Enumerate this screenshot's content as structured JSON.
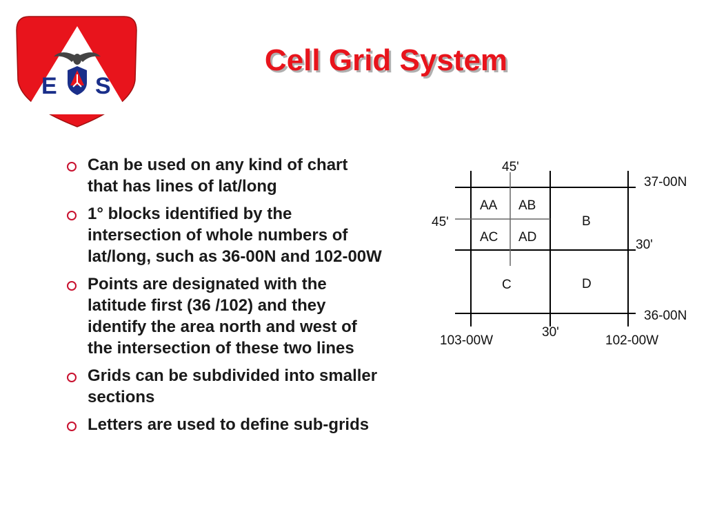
{
  "logo": {
    "letters": [
      "E",
      "S"
    ],
    "shield_red": "#e8141c",
    "triangle_white": "#ffffff",
    "letter_blue": "#1a2f8a",
    "icon": "eagle-cap-emblem"
  },
  "title": "Cell Grid System",
  "bullets": [
    {
      "text": "Can be used on any kind of chart that has lines of lat/long"
    },
    {
      "text": "1° blocks identified by the intersection of whole numbers of lat/long, such as 36-00N and 102-00W"
    },
    {
      "text": "Points are designated with the latitude first (36 /102) and they identify the area north and west of the intersection of these two lines"
    },
    {
      "text": "Grids can be subdivided into smaller sections"
    },
    {
      "text": "Letters are used to define sub-grids"
    }
  ],
  "bullet_icon": "hollow-circle-bullet",
  "diagram": {
    "cells": {
      "aa": "AA",
      "ab": "AB",
      "ac": "AC",
      "ad": "AD",
      "b": "B",
      "c": "C",
      "d": "D"
    },
    "labels": {
      "top_45": "45'",
      "left_45": "45'",
      "lat_37": "37-00N",
      "right_30": "30'",
      "lat_36": "36-00N",
      "lon_103": "103-00W",
      "bottom_30": "30'",
      "lon_102": "102-00W"
    }
  },
  "colors": {
    "accent": "#e8141c",
    "bullet": "#c8102e",
    "text": "#1a1a1a",
    "line": "#000000",
    "subline": "#666666"
  }
}
